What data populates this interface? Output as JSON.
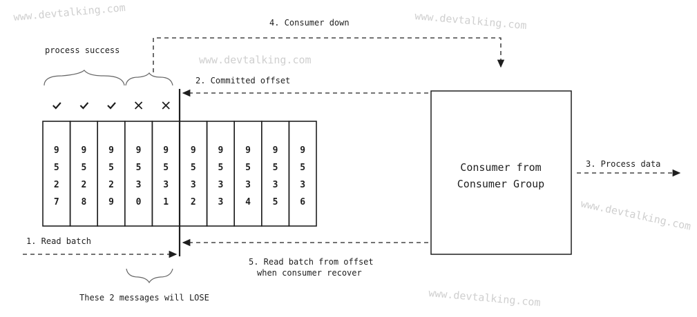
{
  "labels": {
    "consumer_down": "4. Consumer down",
    "process_success": "process success",
    "committed_offset": "2. Committed offset",
    "read_batch": "1. Read batch",
    "read_from_offset_1": "5. Read batch from offset",
    "read_from_offset_2": "when consumer recover",
    "lose": "These 2 messages will LOSE",
    "process_data": "3. Process data",
    "consumer_1": "Consumer from",
    "consumer_2": "Consumer Group"
  },
  "watermark": "www.devtalking.com",
  "messages": [
    {
      "offset": "9527",
      "status": "check"
    },
    {
      "offset": "9528",
      "status": "check"
    },
    {
      "offset": "9529",
      "status": "check"
    },
    {
      "offset": "9530",
      "status": "cross"
    },
    {
      "offset": "9531",
      "status": "cross"
    },
    {
      "offset": "9532",
      "status": ""
    },
    {
      "offset": "9533",
      "status": ""
    },
    {
      "offset": "9534",
      "status": ""
    },
    {
      "offset": "9535",
      "status": ""
    },
    {
      "offset": "9536",
      "status": ""
    }
  ]
}
